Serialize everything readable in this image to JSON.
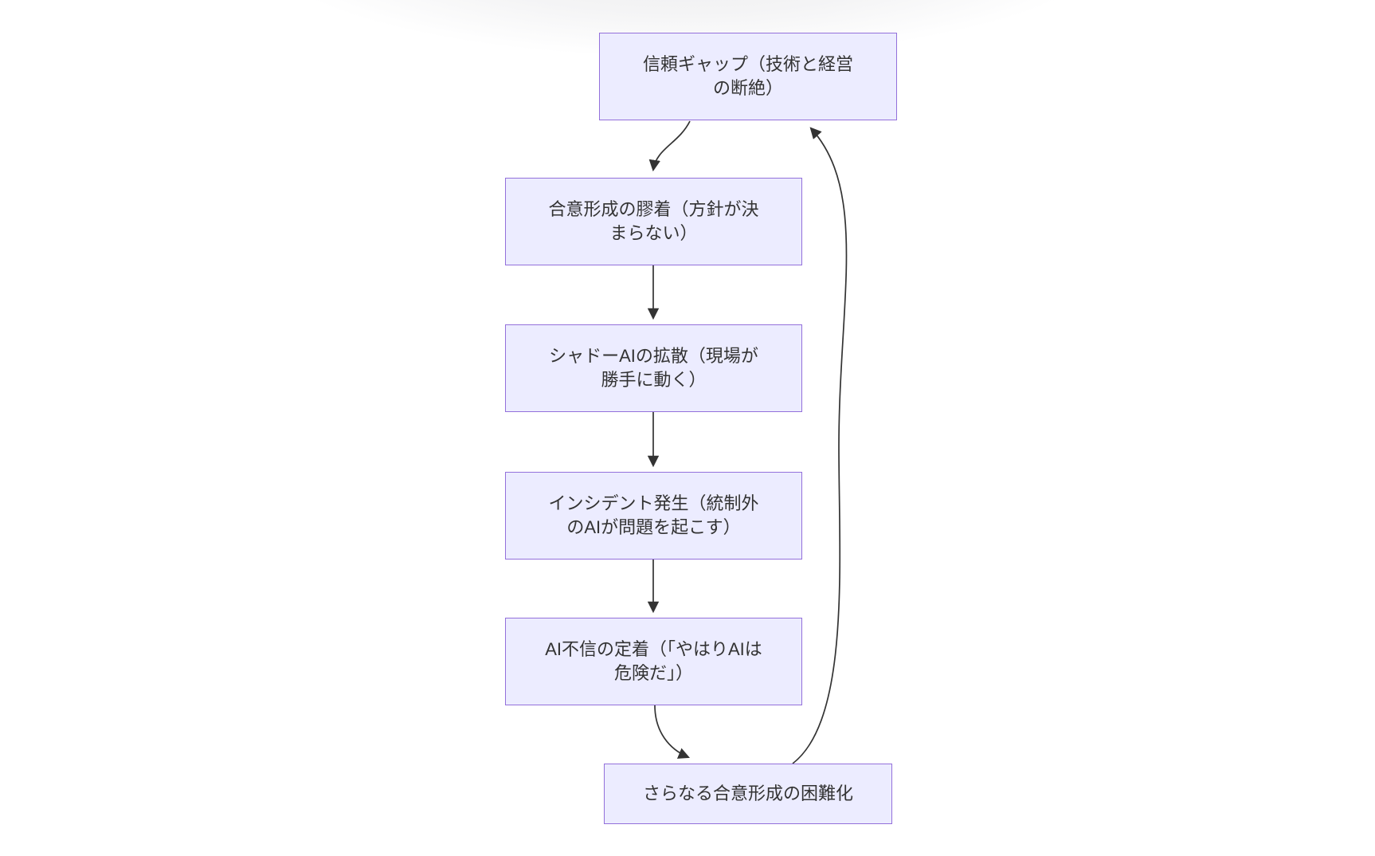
{
  "diagram": {
    "type": "flowchart",
    "direction": "top-down",
    "theme_colors": {
      "node_fill": "#ECECFF",
      "node_border": "#9370DB",
      "edge_line": "#333333",
      "node_text": "#333333",
      "background": "#FFFFFF"
    },
    "nodes": [
      {
        "id": "A",
        "label": "信頼ギャップ（技術と経営\nの断絶）"
      },
      {
        "id": "B",
        "label": "合意形成の膠着（方針が決\nまらない）"
      },
      {
        "id": "C",
        "label": "シャドーAIの拡散（現場が\n勝手に動く）"
      },
      {
        "id": "D",
        "label": "インシデント発生（統制外\nのAIが問題を起こす）"
      },
      {
        "id": "E",
        "label": "AI不信の定着（「やはりAIは\n危険だ」）"
      },
      {
        "id": "F",
        "label": "さらなる合意形成の困難化"
      }
    ],
    "edges": [
      {
        "from": "A",
        "to": "B"
      },
      {
        "from": "B",
        "to": "C"
      },
      {
        "from": "C",
        "to": "D"
      },
      {
        "from": "D",
        "to": "E"
      },
      {
        "from": "E",
        "to": "F"
      },
      {
        "from": "F",
        "to": "A"
      }
    ]
  }
}
